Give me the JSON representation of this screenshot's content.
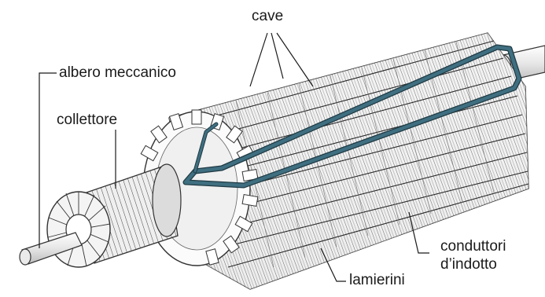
{
  "labels": {
    "cave": "cave",
    "albero": "albero meccanico",
    "collettore": "collettore",
    "conduttori_line1": "conduttori",
    "conduttori_line2": "d’indotto",
    "lamierini": "lamierini"
  },
  "colors": {
    "background": "#ffffff",
    "ink": "#1a1a1a",
    "slot_fill": "#f2f2f2",
    "conductor": "#3f6f80",
    "conductor_edge": "#1f3a44"
  }
}
